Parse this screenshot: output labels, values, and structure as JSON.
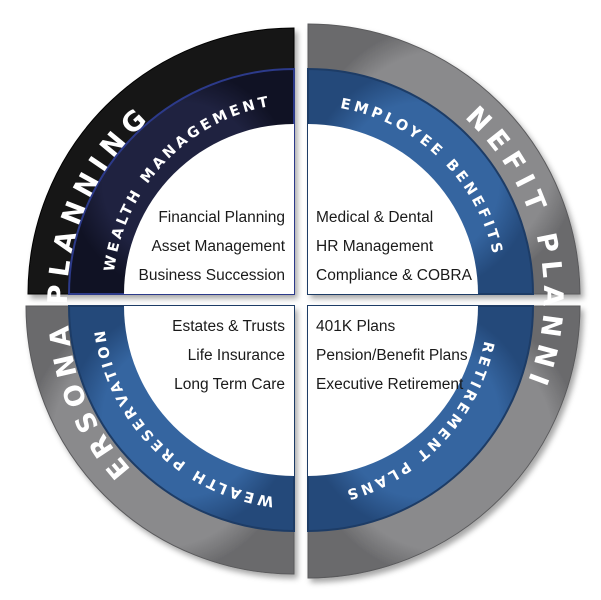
{
  "outer_ring": {
    "planning": "PLANNING",
    "benefit_planning": "BENEFIT PLANNING",
    "personal": "PERSONAL"
  },
  "quadrants": {
    "wealth_management": {
      "label": "WEALTH MANAGEMENT",
      "services": [
        "Financial Planning",
        "Asset Management",
        "Business Succession"
      ]
    },
    "employee_benefits": {
      "label": "EMPLOYEE BENEFITS",
      "services": [
        "Medical & Dental",
        "HR Management",
        "Compliance & COBRA"
      ]
    },
    "wealth_preservation": {
      "label": "WEALTH PRESERVATION",
      "services": [
        "Estates & Trusts",
        "Life Insurance",
        "Long Term Care"
      ]
    },
    "retirement_plans": {
      "label": "RETIREMENT PLANS",
      "services": [
        "401K Plans",
        "Pension/Benefit Plans",
        "Executive Retirement"
      ]
    }
  },
  "colors": {
    "outer_black": "#161616",
    "outer_gray": "#7d7d7f",
    "band_navy": "#16182e",
    "band_blue": "#2d5b94",
    "center": "#ffffff"
  }
}
